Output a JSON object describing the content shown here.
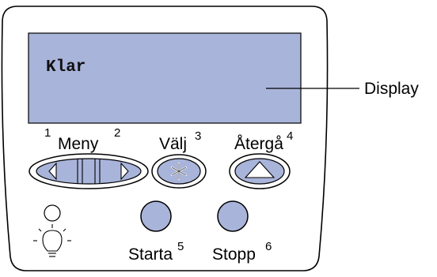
{
  "panel": {
    "screen_text": "Klar",
    "display_label": "Display"
  },
  "buttons": {
    "menu": {
      "label": "Meny",
      "left_number": "1",
      "right_number": "2"
    },
    "select": {
      "label": "Välj",
      "number": "3"
    },
    "return": {
      "label": "Återgå",
      "number": "4"
    },
    "go": {
      "label": "Starta",
      "number": "5"
    },
    "stop": {
      "label": "Stopp",
      "number": "6"
    }
  },
  "icons": {
    "menu_left": "triangle-left-icon",
    "menu_right": "triangle-right-icon",
    "select": "asterisk-icon",
    "return": "triangle-up-icon",
    "indicator": "light-bulb-icon"
  },
  "colors": {
    "screen": "#a9b4da",
    "button_fill": "#a9b4da",
    "outline": "#000000",
    "panel_fill": "#ffffff"
  }
}
